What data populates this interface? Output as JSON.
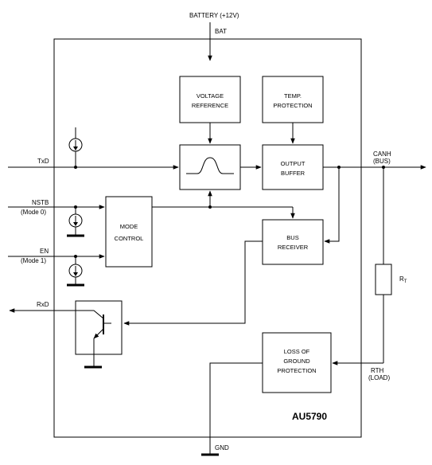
{
  "pins": {
    "battery": "BATTERY (+12V)",
    "bat": "BAT",
    "txd": "TxD",
    "nstb": "NSTB",
    "nstb_mode": "(Mode 0)",
    "en": "EN",
    "en_mode": "(Mode 1)",
    "rxd": "RxD",
    "canh": "CANH",
    "canh_bus": "(BUS)",
    "rth": "RTH",
    "rth_load": "(LOAD)",
    "gnd": "GND"
  },
  "blocks": {
    "voltage_reference": [
      "VOLTAGE",
      "REFERENCE"
    ],
    "temp_protection": [
      "TEMP.",
      "PROTECTION"
    ],
    "output_buffer": [
      "OUTPUT",
      "BUFFER"
    ],
    "mode_control": [
      "MODE",
      "CONTROL"
    ],
    "bus_receiver": [
      "BUS",
      "RECEIVER"
    ],
    "loss_of_ground": [
      "LOSS OF",
      "GROUND",
      "PROTECTION"
    ]
  },
  "resistor": {
    "label": "R",
    "subscript": "T"
  },
  "chip_name": "AU5790"
}
